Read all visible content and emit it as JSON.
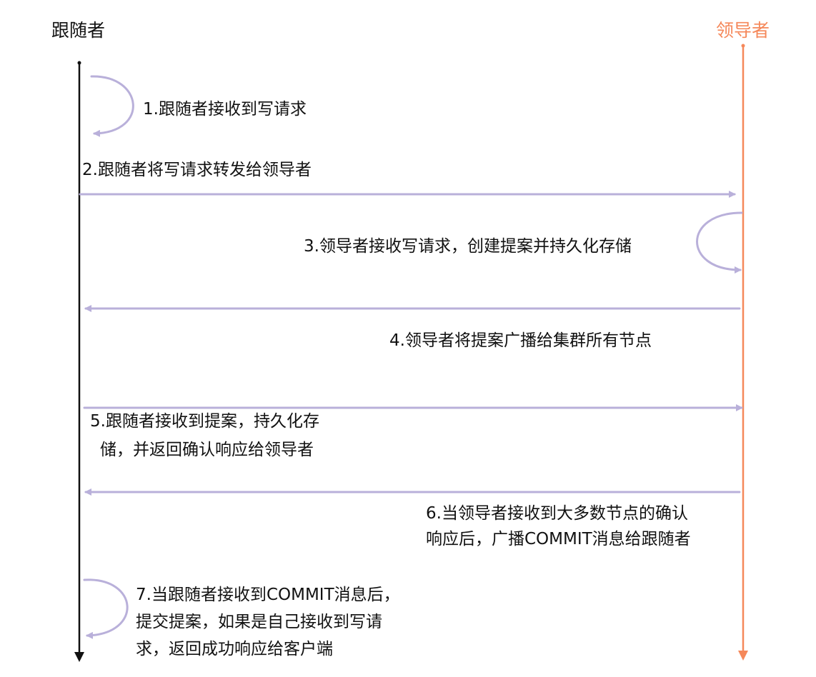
{
  "participants": {
    "follower": {
      "label": "跟随者",
      "color": "#111111"
    },
    "leader": {
      "label": "领导者",
      "color": "#f5885a"
    }
  },
  "arrow_color": "#b9b0da",
  "steps": [
    {
      "lines": [
        "1.跟随者接收到写请求"
      ]
    },
    {
      "lines": [
        "2.跟随者将写请求转发给领导者"
      ]
    },
    {
      "lines": [
        "3.领导者接收写请求，创建提案并持久化存储"
      ]
    },
    {
      "lines": [
        "4.领导者将提案广播给集群所有节点"
      ]
    },
    {
      "lines": [
        "5.跟随者接收到提案，持久化存",
        "储，并返回确认响应给领导者"
      ]
    },
    {
      "lines": [
        "6.当领导者接收到大多数节点的确认",
        "响应后，广播COMMIT消息给跟随者"
      ]
    },
    {
      "lines": [
        "7.当跟随者接收到COMMIT消息后，",
        "提交提案，如果是自己接收到写请",
        "求，返回成功响应给客户端"
      ]
    }
  ]
}
